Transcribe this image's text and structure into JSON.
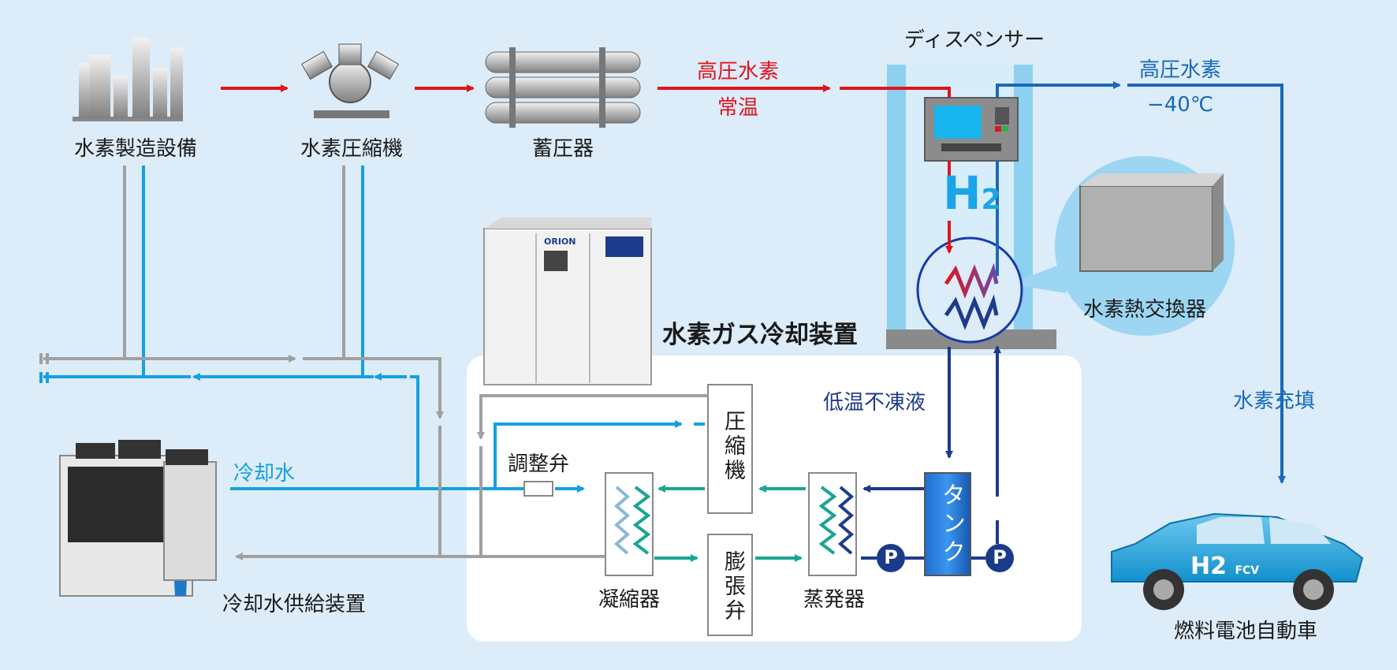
{
  "labels": {
    "h2_production": "水素製造設備",
    "h2_compressor": "水素圧縮機",
    "accumulator": "蓄圧器",
    "dispenser": "ディスペンサー",
    "hp_h2_in_1": "高圧水素",
    "hp_h2_in_2": "常温",
    "hp_h2_out_1": "高圧水素",
    "hp_h2_out_2": "−40℃",
    "h2_heat_exchanger": "水素熱交換器",
    "h2_gas_cooler": "水素ガス冷却装置",
    "low_temp_antifreeze": "低温不凍液",
    "h2_filling": "水素充填",
    "cooling_water": "冷却水",
    "regulating_valve": "調整弁",
    "compressor_vertical": "圧縮機",
    "expansion_valve": "膨張弁",
    "condenser": "凝縮器",
    "evaporator": "蒸発器",
    "tank": "タンク",
    "pump": "P",
    "cooling_water_supply": "冷却水供給装置",
    "fcv_vehicle": "燃料電池自動車",
    "h2_symbol": "H",
    "h2_subscript": "2",
    "car_badge": "H2",
    "car_badge_sub": "FCV",
    "unit_brand": "ORION"
  },
  "colors": {
    "background": "#dcecf8",
    "hot_hydrogen": "#e0141e",
    "cold_hydrogen": "#1a69b8",
    "cooling_water": "#15a0e0",
    "return_water": "#a0a0a0",
    "refrigerant": "#1aa592",
    "antifreeze": "#1e3a8a",
    "heat_exchanger_bubble": "#9cd6f2"
  }
}
